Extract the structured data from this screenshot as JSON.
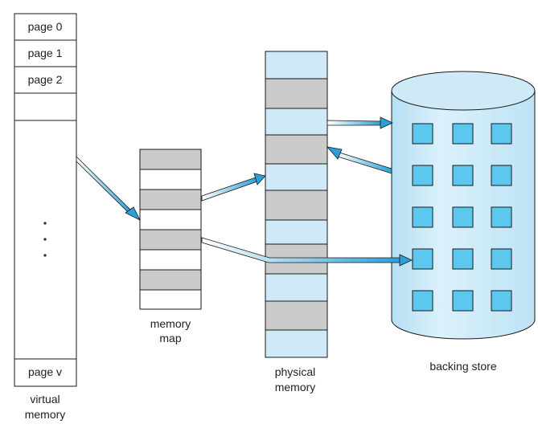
{
  "virtual_memory": {
    "pages": [
      "page 0",
      "page 1",
      "page 2"
    ],
    "last_page": "page v",
    "ellipsis": [
      "·",
      "·",
      "·"
    ],
    "caption_line1": "virtual",
    "caption_line2": "memory"
  },
  "memory_map": {
    "caption_line1": "memory",
    "caption_line2": "map"
  },
  "physical_memory": {
    "caption_line1": "physical",
    "caption_line2": "memory"
  },
  "backing_store": {
    "caption": "backing store"
  },
  "colors": {
    "outline": "#1a1a1a",
    "frame_fill": "#cfe9f6",
    "page_gray": "#cbcbcb",
    "cylinder_fill": "#c5e6f6",
    "block_fill": "#5cc8ef",
    "arrow": "#2a9fd8"
  }
}
